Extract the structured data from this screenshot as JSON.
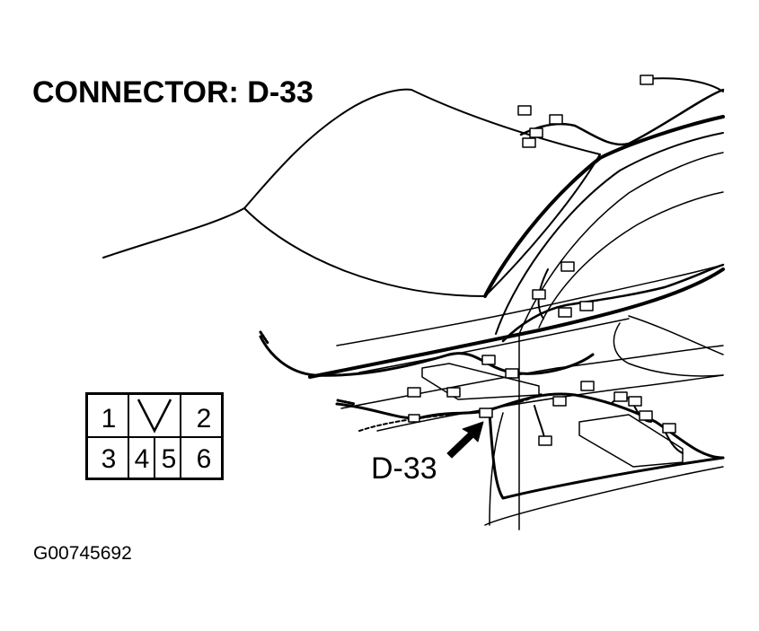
{
  "diagram": {
    "title": "CONNECTOR: D-33",
    "callout_label": "D-33",
    "figure_code": "G00745692",
    "connector_pins": {
      "top_row": [
        "1",
        "2"
      ],
      "bottom_row": [
        "3",
        "4",
        "5",
        "6"
      ]
    },
    "line_color": "#000000",
    "background_color": "#ffffff"
  }
}
